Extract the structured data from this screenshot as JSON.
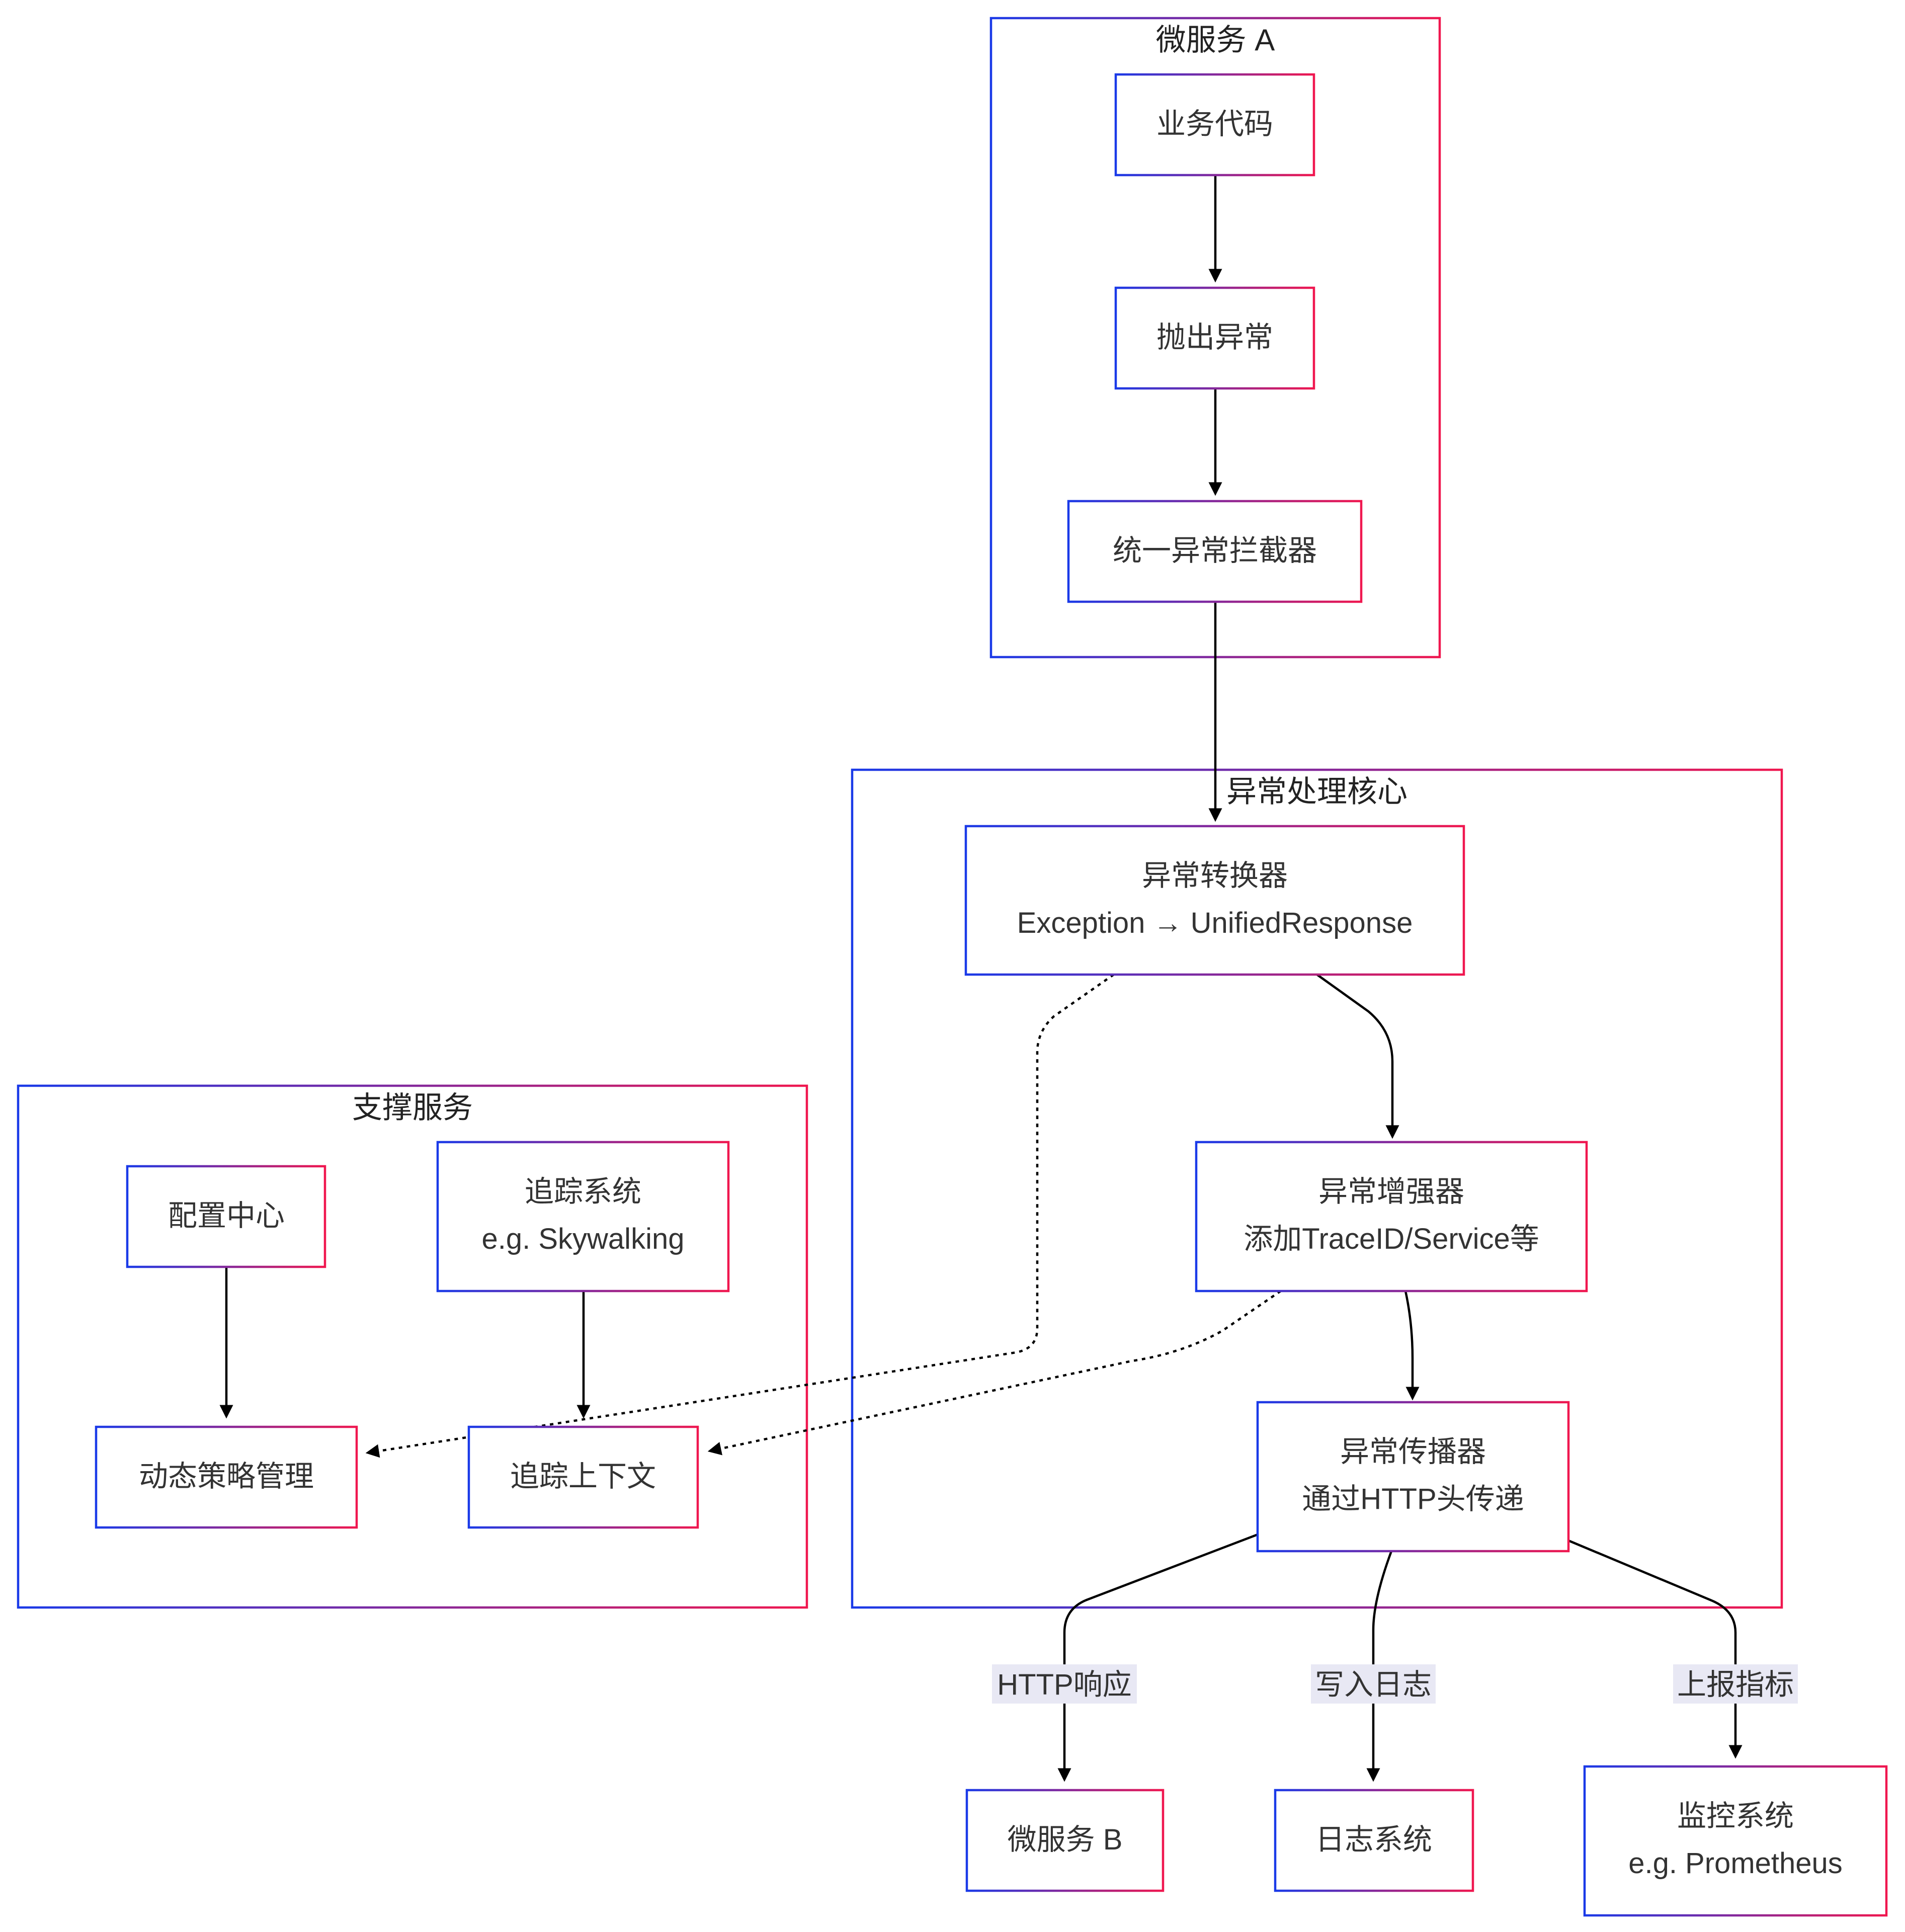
{
  "clusters": {
    "microservice_a": "微服务 A",
    "core": "异常处理核心",
    "support": "支撑服务"
  },
  "nodes": {
    "business_code": [
      "业务代码"
    ],
    "throw_exception": [
      "抛出异常"
    ],
    "interceptor": [
      "统一异常拦截器"
    ],
    "converter": [
      "异常转换器",
      "Exception → UnifiedResponse"
    ],
    "enhancer": [
      "异常增强器",
      "添加TraceID/Service等"
    ],
    "propagator": [
      "异常传播器",
      "通过HTTP头传递"
    ],
    "config_center": [
      "配置中心"
    ],
    "tracing_system": [
      "追踪系统",
      "e.g. Skywalking"
    ],
    "dynamic_policy": [
      "动态策略管理"
    ],
    "trace_context": [
      "追踪上下文"
    ],
    "microservice_b": [
      "微服务 B"
    ],
    "log_system": [
      "日志系统"
    ],
    "monitoring": [
      "监控系统",
      "e.g. Prometheus"
    ]
  },
  "edge_labels": {
    "http_response": "HTTP响应",
    "write_log": "写入日志",
    "report_metrics": "上报指标"
  },
  "colors": {
    "border_start": "#1a3ae8",
    "border_end": "#f0174f",
    "edge": "#000000",
    "label_background": "#e8e8f4",
    "text": "#333333"
  }
}
